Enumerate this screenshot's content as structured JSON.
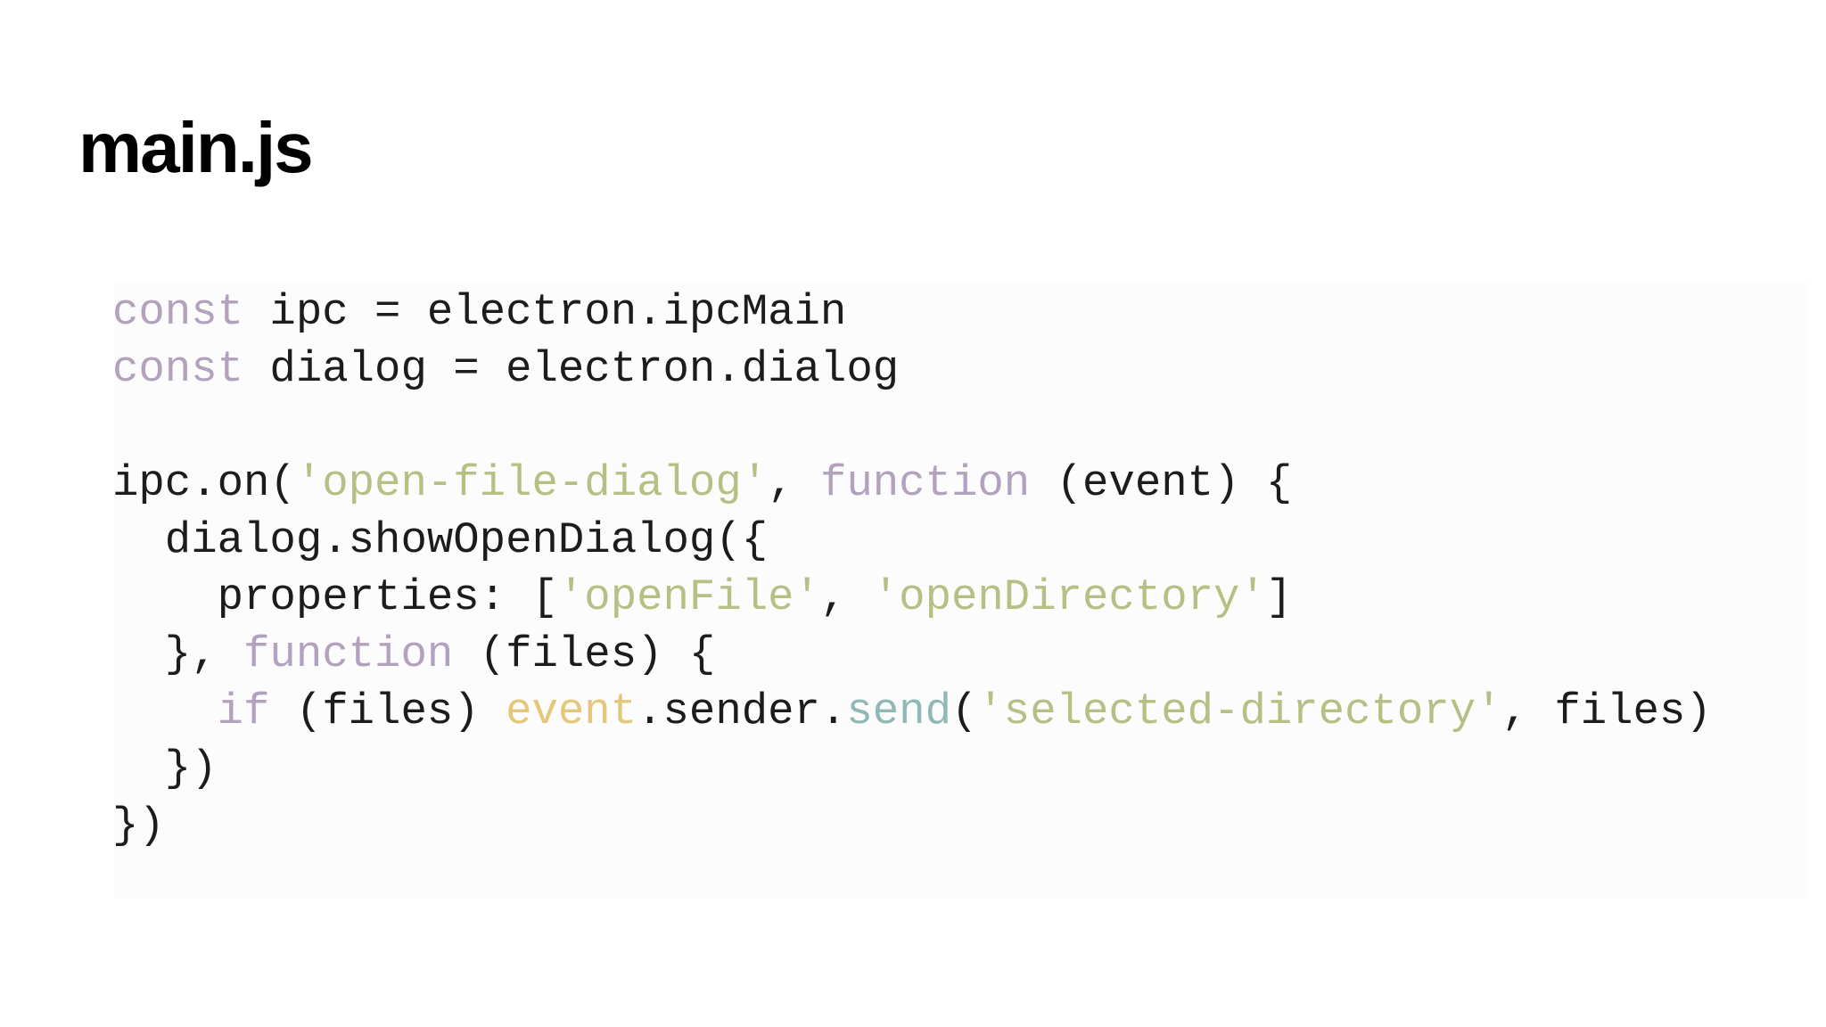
{
  "slide": {
    "title": "main.js"
  },
  "colors": {
    "keyword": "#b3a2bd",
    "string": "#b8bf85",
    "event_var": "#e4c87a",
    "method_call": "#8fb9b4",
    "plain": "#1c1c1c"
  },
  "code": {
    "lines": [
      {
        "tokens": [
          {
            "t": "kw",
            "v": "const"
          },
          {
            "t": "plain",
            "v": " ipc = electron.ipcMain"
          }
        ]
      },
      {
        "tokens": [
          {
            "t": "kw",
            "v": "const"
          },
          {
            "t": "plain",
            "v": " dialog = electron.dialog"
          }
        ]
      },
      {
        "tokens": []
      },
      {
        "tokens": [
          {
            "t": "plain",
            "v": "ipc.on("
          },
          {
            "t": "str",
            "v": "'open-file-dialog'"
          },
          {
            "t": "plain",
            "v": ", "
          },
          {
            "t": "kw",
            "v": "function"
          },
          {
            "t": "plain",
            "v": " (event) {"
          }
        ]
      },
      {
        "tokens": [
          {
            "t": "plain",
            "v": "  dialog.showOpenDialog({"
          }
        ]
      },
      {
        "tokens": [
          {
            "t": "plain",
            "v": "    properties: ["
          },
          {
            "t": "str",
            "v": "'openFile'"
          },
          {
            "t": "plain",
            "v": ", "
          },
          {
            "t": "str",
            "v": "'openDirectory'"
          },
          {
            "t": "plain",
            "v": "]"
          }
        ]
      },
      {
        "tokens": [
          {
            "t": "plain",
            "v": "  }, "
          },
          {
            "t": "kw",
            "v": "function"
          },
          {
            "t": "plain",
            "v": " (files) {"
          }
        ]
      },
      {
        "tokens": [
          {
            "t": "plain",
            "v": "    "
          },
          {
            "t": "kw",
            "v": "if"
          },
          {
            "t": "plain",
            "v": " (files) "
          },
          {
            "t": "evt",
            "v": "event"
          },
          {
            "t": "plain",
            "v": ".sender."
          },
          {
            "t": "fn",
            "v": "send"
          },
          {
            "t": "plain",
            "v": "("
          },
          {
            "t": "str",
            "v": "'selected-directory'"
          },
          {
            "t": "plain",
            "v": ", files)"
          }
        ]
      },
      {
        "tokens": [
          {
            "t": "plain",
            "v": "  })"
          }
        ]
      },
      {
        "tokens": [
          {
            "t": "plain",
            "v": "})"
          }
        ]
      }
    ]
  }
}
